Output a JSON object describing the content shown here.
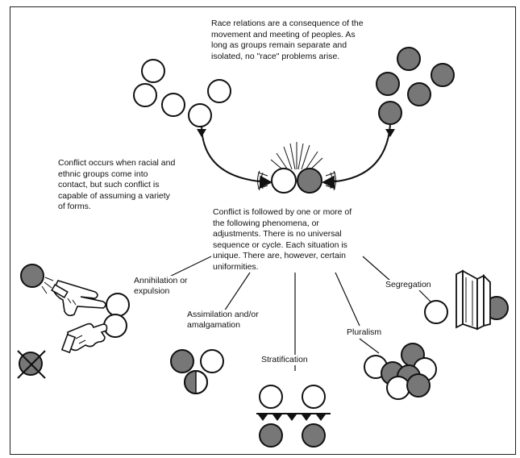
{
  "texts": {
    "intro": "Race relations are a consequence of the movement and meeting of peoples. As long as groups remain separate and isolated, no \"race\" problems arise.",
    "conflict": "Conflict occurs when racial and ethnic groups come into contact, but such conflict is capable of assuming a variety of forms.",
    "adjustments": "Conflict is followed by one or more of the following phenomena, or adjustments. There is no universal sequence or cycle. Each situation is unique. There are, however, certain uniformities."
  },
  "outcomes": {
    "annihilation": "Annihilation or expulsion",
    "assimilation": "Assimilation and/or amalgamation",
    "stratification": "Stratification",
    "pluralism": "Pluralism",
    "segregation": "Segregation"
  },
  "colors": {
    "group_a_fill": "#ffffff",
    "group_b_fill": "#777777",
    "outline": "#111111"
  },
  "icons": [
    "white-circle-icon",
    "gray-circle-icon",
    "pointing-hand-icon",
    "open-hand-icon",
    "crossed-circle-icon",
    "wall-icon",
    "spark-burst-icon"
  ]
}
